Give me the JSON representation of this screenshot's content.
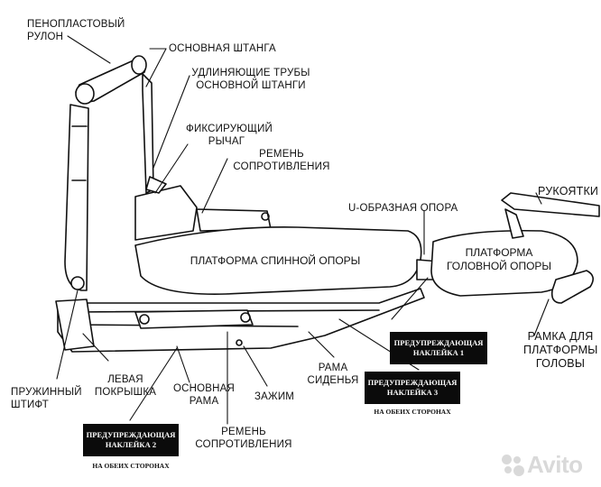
{
  "labels": {
    "foam_roll": "ПЕНОПЛАСТОВЫЙ\nРУЛОН",
    "main_bar": "ОСНОВНАЯ ШТАНГА",
    "extension_tubes": "УДЛИНЯЮЩИЕ ТРУБЫ\nОСНОВНОЙ ШТАНГИ",
    "locking_lever": "ФИКСИРУЮЩИЙ\nРЫЧАГ",
    "resistance_strap_top": "РЕМЕНЬ\nСОПРОТИВЛЕНИЯ",
    "u_support": "U-ОБРАЗНАЯ ОПОРА",
    "handles": "РУКОЯТКИ",
    "back_platform": "ПЛАТФОРМА СПИННОЙ ОПОРЫ",
    "head_platform": "ПЛАТФОРМА\nГОЛОВНОЙ ОПОРЫ",
    "head_frame": "РАМКА ДЛЯ\nПЛАТФОРМЫ\nГОЛОВЫ",
    "spring_pin": "ПРУЖИННЫЙ\nШТИФТ",
    "left_cover": "ЛЕВАЯ\nПОКРЫШКА",
    "main_frame": "ОСНОВНАЯ\nРАМА",
    "resistance_strap_bottom": "РЕМЕНЬ\nСОПРОТИВЛЕНИЯ",
    "clamp": "ЗАЖИМ",
    "seat_frame": "РАМА\nСИДЕНЬЯ"
  },
  "warnings": {
    "sticker1": "ПРЕДУПРЕЖДАЮЩАЯ\nНАКЛЕЙКА 1",
    "sticker2": "ПРЕДУПРЕЖДАЮЩАЯ\nНАКЛЕЙКА 2",
    "sticker3": "ПРЕДУПРЕЖДАЮЩАЯ\nНАКЛЕЙКА 3",
    "both_sides_2": "НА ОБЕИХ СТОРОНАХ",
    "both_sides_3": "НА ОБЕИХ СТОРОНАХ"
  },
  "watermark": "Avito",
  "colors": {
    "ink": "#111111",
    "sticker_bg": "#0b0b0b",
    "watermark": "#d9d9d9"
  }
}
